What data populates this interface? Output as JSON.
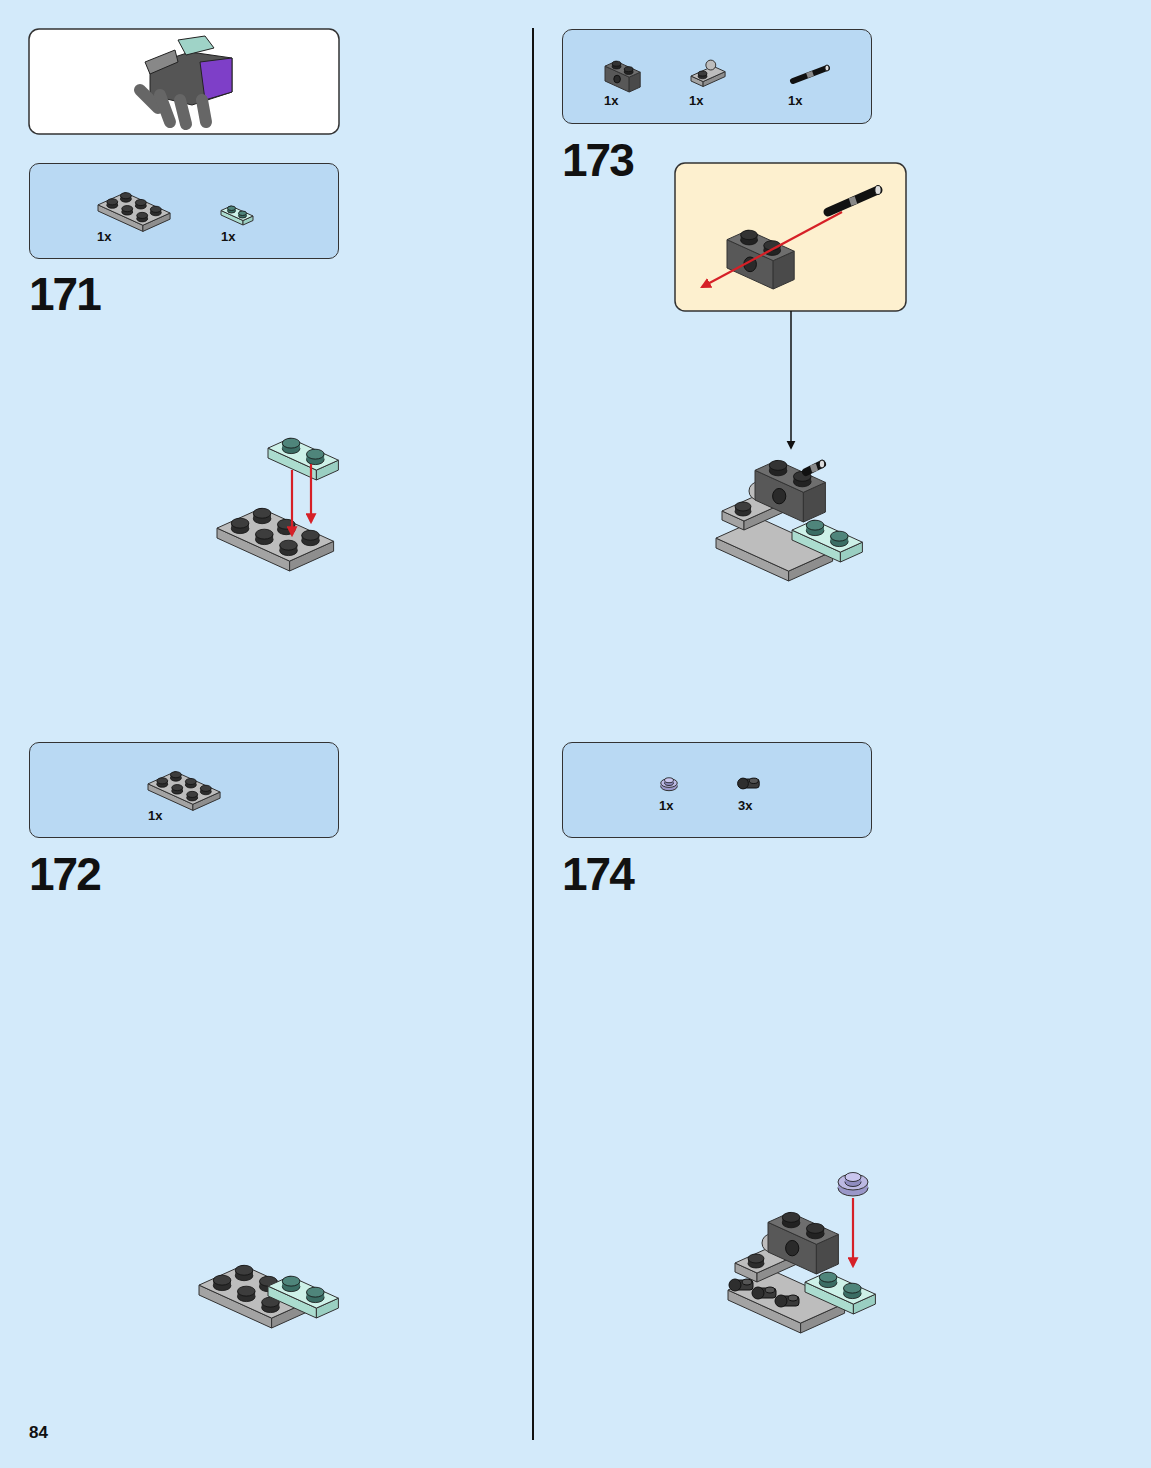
{
  "diagram": {
    "nodes": [
      {
        "text": [
          "1x",
          "1x"
        ]
      },
      {
        "text": [
          "1x"
        ]
      },
      {
        "text": [
          "1x",
          "1x",
          "1x"
        ]
      },
      {
        "text": [
          "1x",
          "3x"
        ]
      }
    ],
    "labels": [
      "171",
      "172",
      "173",
      "174",
      "84"
    ]
  }
}
